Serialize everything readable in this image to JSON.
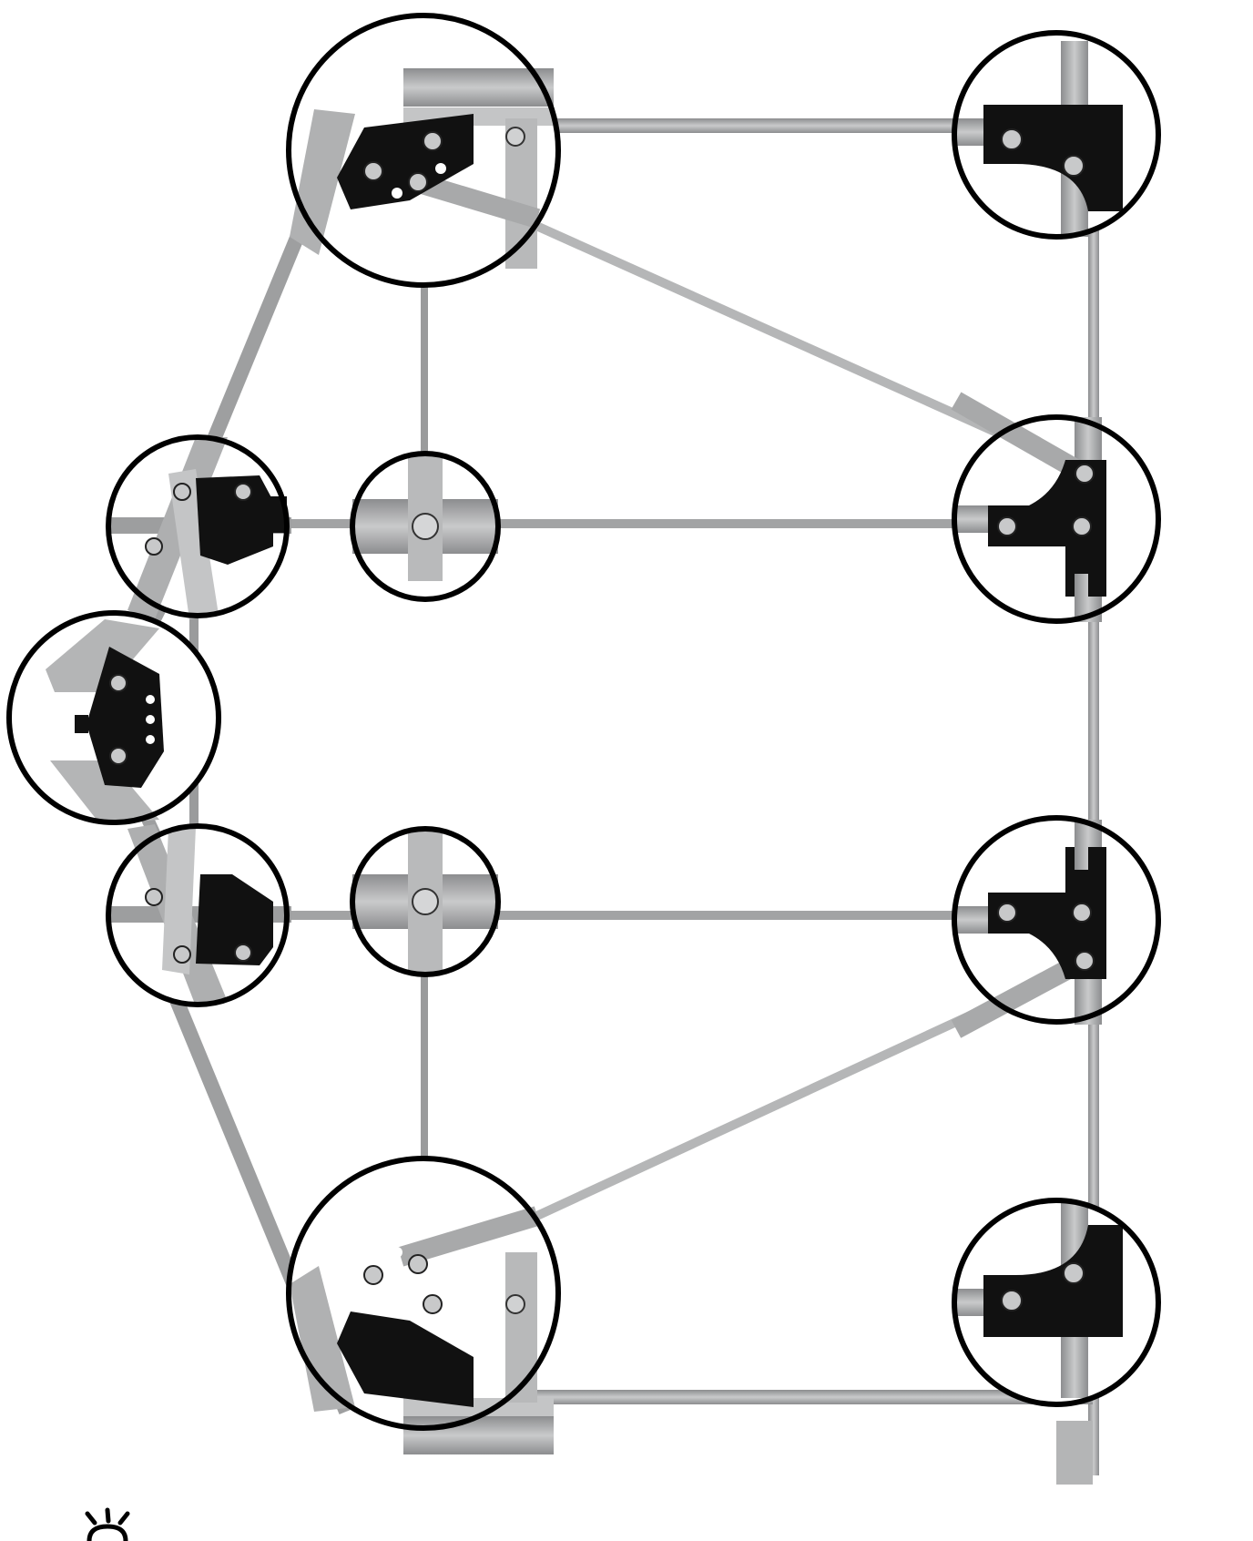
{
  "diagram": {
    "description_visible_text": "",
    "detail_callouts": [
      "top-left-corner-detail",
      "top-right-corner-detail",
      "left-upper-bracket-detail",
      "center-upper-crossing-detail",
      "right-upper-tee-detail",
      "left-apex-bracket-detail",
      "left-lower-bracket-detail",
      "center-lower-crossing-detail",
      "right-lower-tee-detail",
      "bottom-left-corner-detail",
      "bottom-right-corner-detail"
    ]
  },
  "colors": {
    "profile": "#a9aaab",
    "profile_shade": "#8c8d8f",
    "profile_light": "#cfd0d1",
    "bracket": "#111111",
    "bolt": "#c8c9ca",
    "outline": "#000000",
    "background": "#ffffff"
  },
  "icons": {
    "tip": "lightbulb-icon"
  }
}
